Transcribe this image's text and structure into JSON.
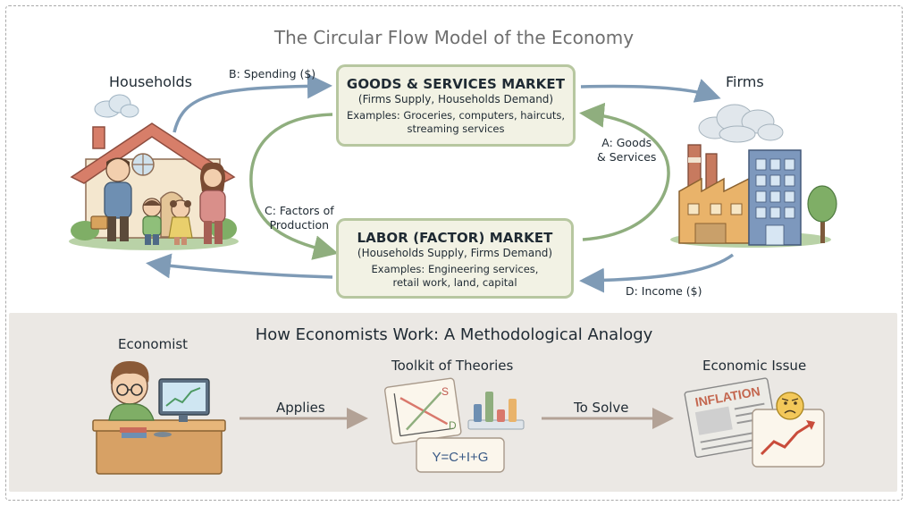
{
  "top": {
    "title": "The Circular Flow Model of the Economy",
    "households_label": "Households",
    "firms_label": "Firms",
    "goods_market": {
      "heading": "GOODS & SERVICES MARKET",
      "sub": "(Firms Supply, Households Demand)",
      "examples_line1": "Examples: Groceries, computers, haircuts,",
      "examples_line2": "streaming services"
    },
    "labor_market": {
      "heading": "LABOR (FACTOR) MARKET",
      "sub": "(Households Supply, Firms Demand)",
      "examples_line1": "Examples: Engineering services,",
      "examples_line2": "retail work, land, capital"
    },
    "flows": {
      "spending": "B: Spending ($)",
      "goods_line1": "A: Goods",
      "goods_line2": "& Services",
      "factors_line1": "C: Factors of",
      "factors_line2": "Production",
      "income": "D: Income ($)"
    }
  },
  "bottom": {
    "title": "How Economists Work: A Methodological Analogy",
    "economist_label": "Economist",
    "toolkit_label": "Toolkit of Theories",
    "issue_label": "Economic Issue",
    "applies_label": "Applies",
    "to_solve_label": "To Solve",
    "equation": "Y=C+I+G",
    "supply_letter": "S",
    "demand_letter": "D",
    "newspaper_headline": "INFLATION"
  },
  "colors": {
    "blue_arrow": "#7f9bb6",
    "green_arrow": "#8fae7e",
    "box_fill": "#f2f2e4",
    "box_border": "#b7c7a0",
    "panel_bg": "#ebe8e4"
  }
}
